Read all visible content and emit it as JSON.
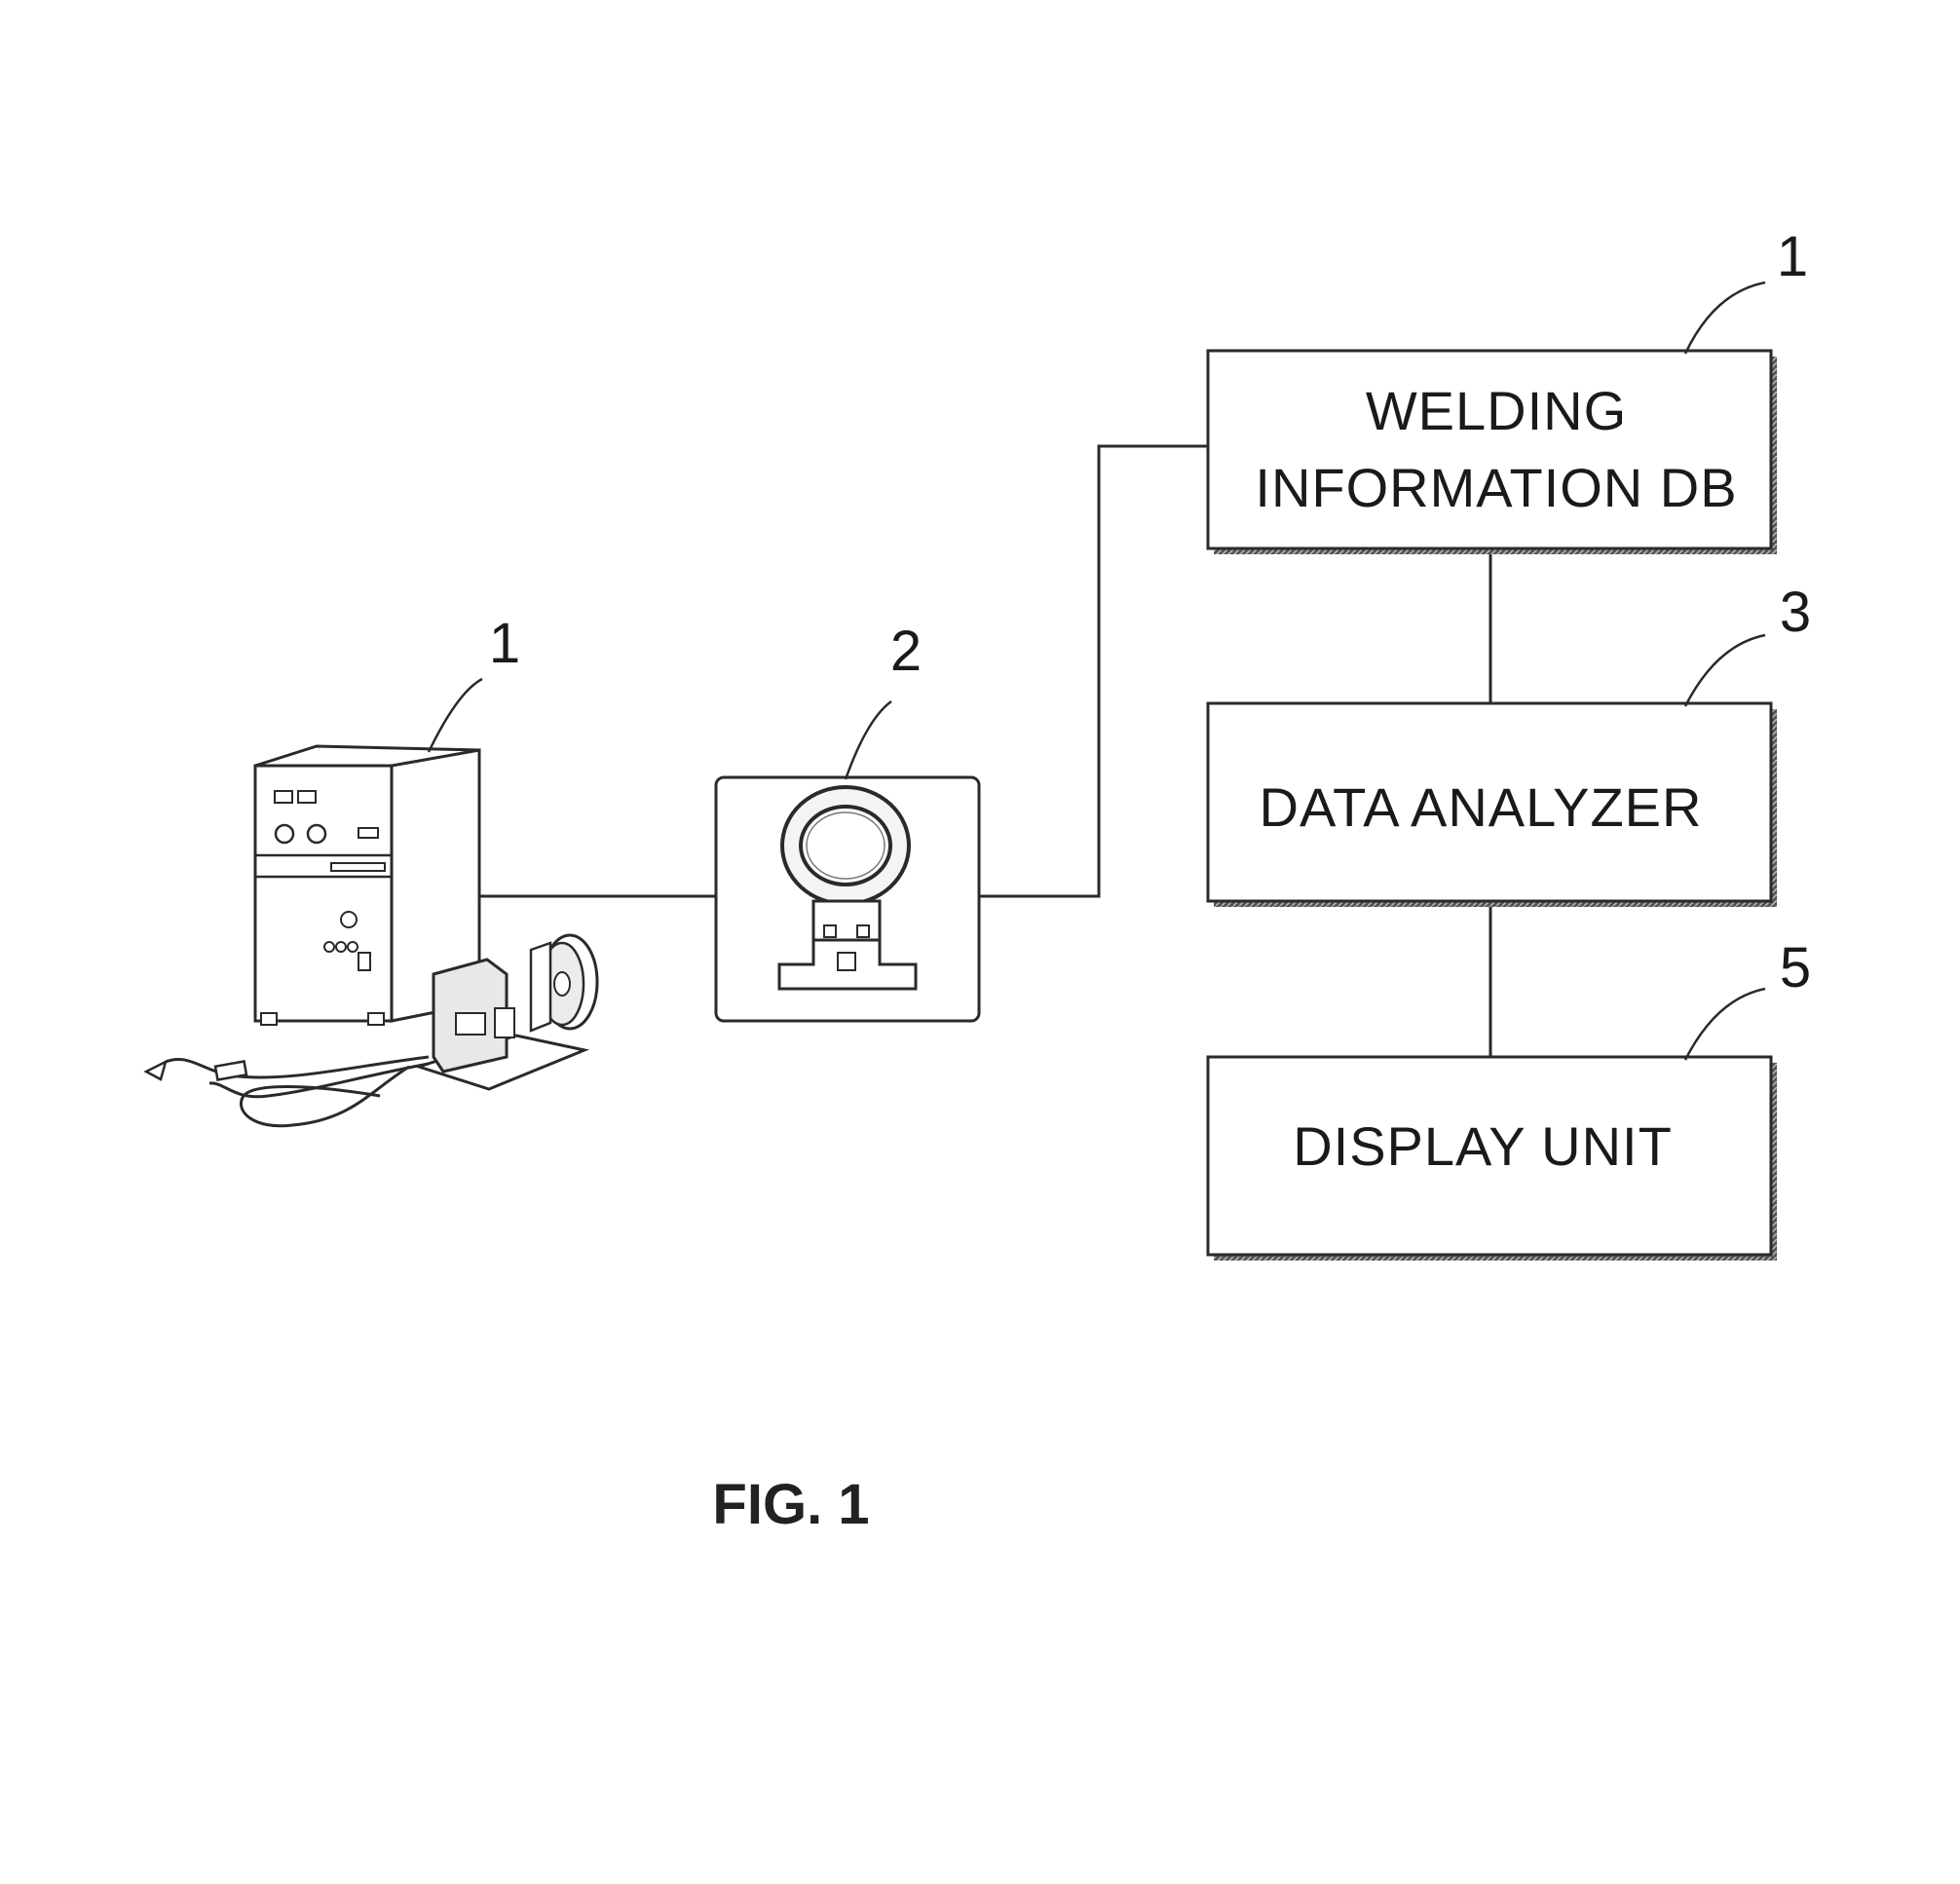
{
  "figure": {
    "caption": "FIG. 1"
  },
  "components": {
    "welder": {
      "ref": "1"
    },
    "sensor": {
      "ref": "2"
    },
    "welding_db": {
      "ref": "1",
      "label_line1": "WELDING",
      "label_line2": "INFORMATION DB"
    },
    "data_analyzer": {
      "ref": "3",
      "label": "DATA ANALYZER"
    },
    "display_unit": {
      "ref": "5",
      "label": "DISPLAY UNIT"
    }
  }
}
